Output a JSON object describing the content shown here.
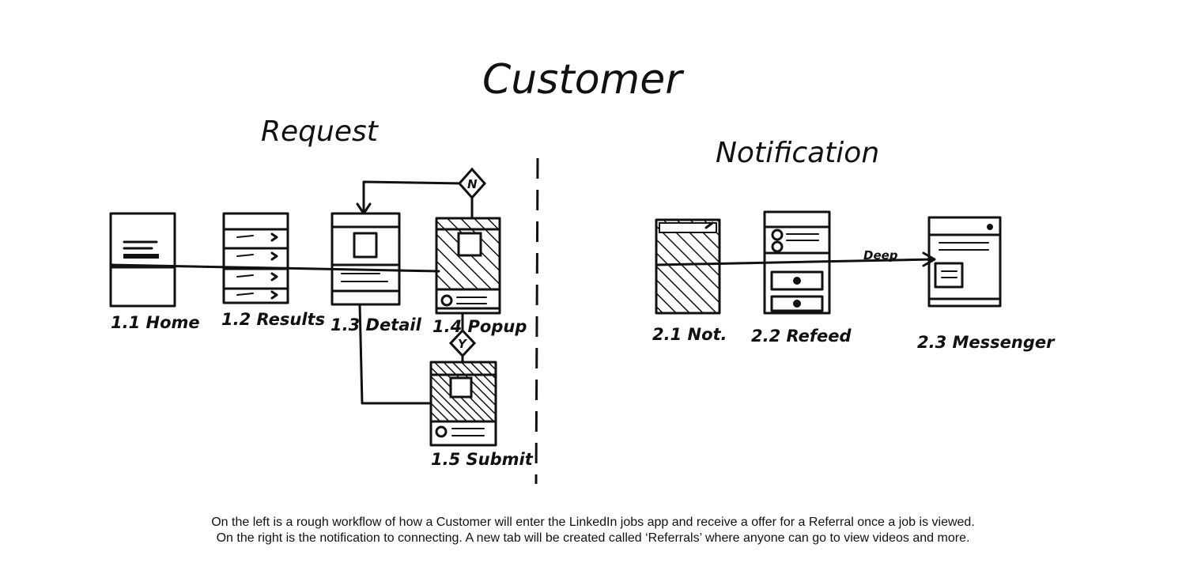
{
  "diagram": {
    "title": "Customer",
    "sections": {
      "left": "Request",
      "right": "Notification"
    },
    "screens": [
      {
        "id": "1.1",
        "label": "1.1 Home"
      },
      {
        "id": "1.2",
        "label": "1.2 Results"
      },
      {
        "id": "1.3",
        "label": "1.3 Detail"
      },
      {
        "id": "1.4",
        "label": "1.4 Popup"
      },
      {
        "id": "1.5",
        "label": "1.5 Submit"
      },
      {
        "id": "2.1",
        "label": "2.1 Not."
      },
      {
        "id": "2.2",
        "label": "2.2 Refeed"
      },
      {
        "id": "2.3",
        "label": "2.3 Messenger"
      }
    ],
    "decisions": {
      "no": "N",
      "yes": "Y"
    },
    "edge_labels": {
      "deep_link": "Deep"
    }
  },
  "caption": {
    "line1": "On the left is a rough workflow of how a Customer will enter the LinkedIn jobs app and receive a offer for a Referral once a job is viewed.",
    "line2": "On the right is the notification to connecting. A new tab will be created called ‘Referrals’ where anyone can go to view videos and more."
  }
}
